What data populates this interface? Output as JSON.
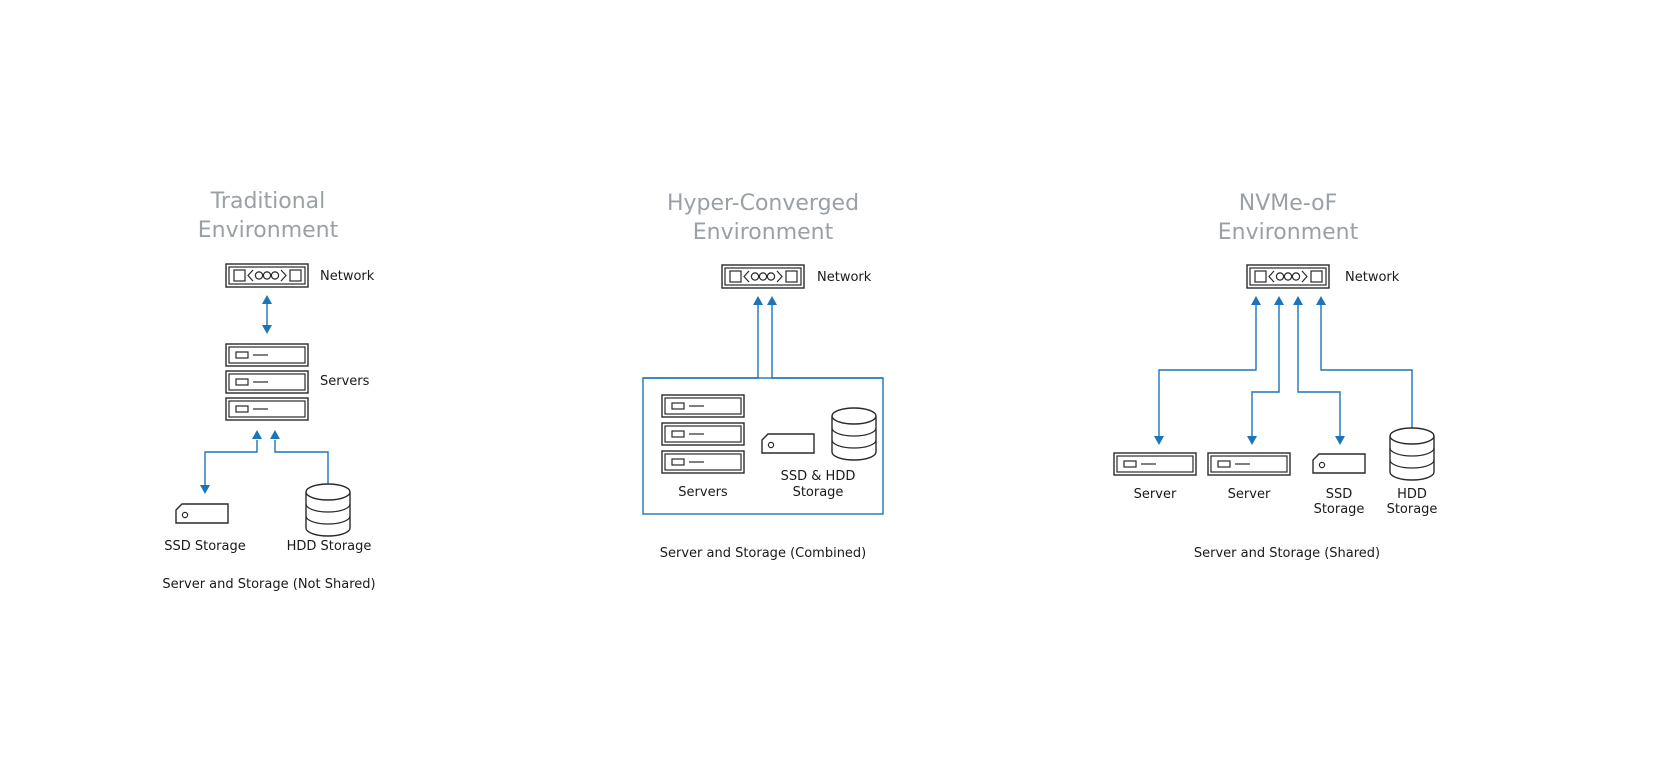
{
  "colors": {
    "accent": "#1a75bc",
    "title": "#9aa1a6",
    "text": "#1a1a1a",
    "outline": "#2a2a2a"
  },
  "panels": {
    "traditional": {
      "title_line1": "Traditional",
      "title_line2": "Environment",
      "network_label": "Network",
      "servers_label": "Servers",
      "ssd_label": "SSD Storage",
      "hdd_label": "HDD Storage",
      "caption": "Server and Storage (Not Shared)"
    },
    "hyperconverged": {
      "title_line1": "Hyper-Converged",
      "title_line2": "Environment",
      "network_label": "Network",
      "servers_label": "Servers",
      "storage_label_line1": "SSD & HDD",
      "storage_label_line2": "Storage",
      "caption": "Server and Storage (Combined)"
    },
    "nvmeof": {
      "title_line1": "NVMe-oF",
      "title_line2": "Environment",
      "network_label": "Network",
      "server1_label": "Server",
      "server2_label": "Server",
      "ssd_label_line1": "SSD",
      "ssd_label_line2": "Storage",
      "hdd_label_line1": "HDD",
      "hdd_label_line2": "Storage",
      "caption": "Server and Storage (Shared)"
    }
  }
}
